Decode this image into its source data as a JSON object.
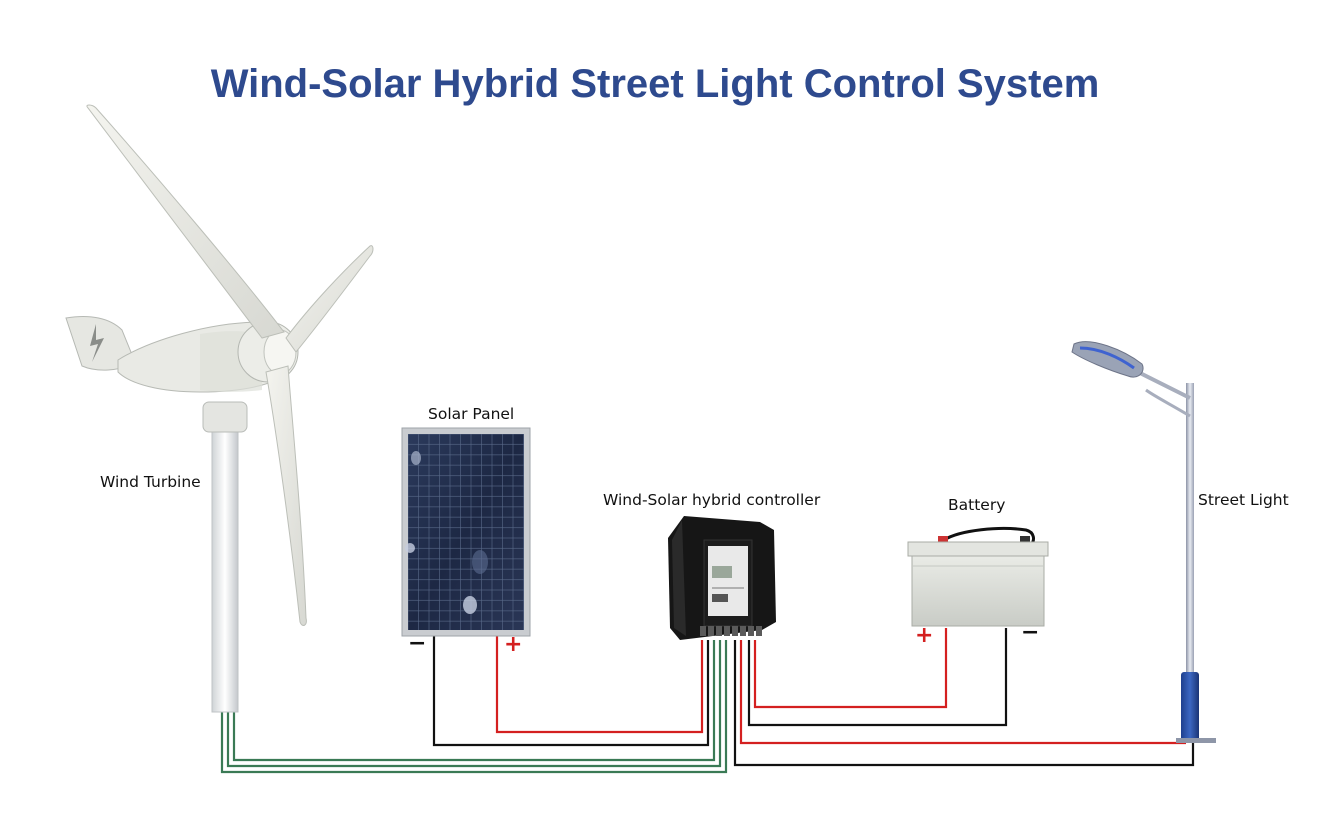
{
  "title": "Wind-Solar Hybrid Street Light Control System",
  "components": {
    "wind_turbine": {
      "label": "Wind Turbine"
    },
    "solar_panel": {
      "label": "Solar Panel",
      "neg": "−",
      "pos": "+"
    },
    "controller": {
      "label": "Wind-Solar hybrid controller"
    },
    "battery": {
      "label": "Battery",
      "pos": "+",
      "neg": "−"
    },
    "street_light": {
      "label": "Street Light"
    }
  },
  "colors": {
    "title": "#2e4a8e",
    "positive_wire": "#d42020",
    "negative_wire": "#111111",
    "turbine_wire": "#3a7a55"
  }
}
